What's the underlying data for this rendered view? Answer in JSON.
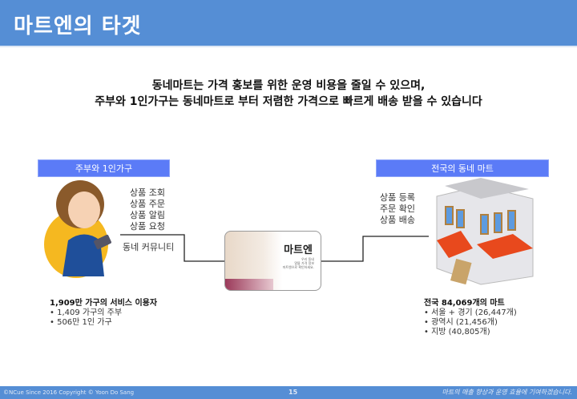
{
  "header": {
    "title": "마트엔의 타겟"
  },
  "subtitle": {
    "line1": "동네마트는 가격 홍보를 위한 운영 비용을 줄일 수 있으며,",
    "line2": "주부와 1인가구는 동네마트로 부터 저렴한 가격으로 빠르게 배송 받을 수 있습니다"
  },
  "left": {
    "label": "주부와 1인가구",
    "actions": [
      "상품 조회",
      "상품 주문",
      "상품 알림",
      "상품 요청"
    ],
    "community": "동네 커뮤니티",
    "stat_title": "1,909만 가구의 서비스 이용자",
    "stat_items": [
      "• 1,409 가구의 주부",
      "• 506만 1인 가구"
    ]
  },
  "center": {
    "app_name": "마트엔",
    "app_sub": [
      "우리 동네",
      "알뜰 가격 정보",
      "마트엔으로 확인하세요."
    ]
  },
  "right": {
    "label": "전국의 동네 마트",
    "actions": [
      "상품 등록",
      "주문 확인",
      "상품 배송"
    ],
    "stat_title": "전국 84,069개의 마트",
    "stat_items": [
      "• 서울 + 경기 (26,447개)",
      "• 광역시 (21,456개)",
      "• 지방 (40,805개)"
    ]
  },
  "footer": {
    "copyright": "©NCue  Since 2016  Copyright © Yoon Do Sang",
    "page": "15",
    "slogan": "마트의 매출 향상과 운영 효율에 기여하겠습니다."
  }
}
